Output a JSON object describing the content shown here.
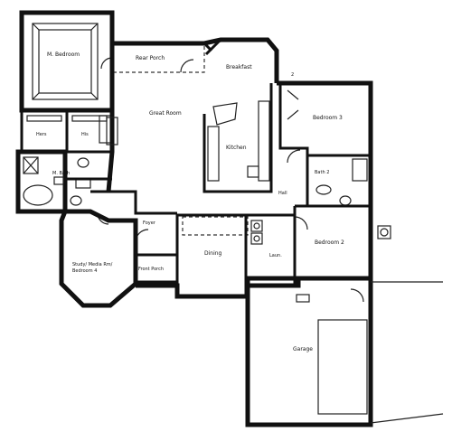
{
  "rooms": {
    "master_bedroom": "M. Bedroom",
    "rear_porch": "Rear Porch",
    "breakfast": "Breakfast",
    "great_room": "Great Room",
    "bedroom3": "Bedroom 3",
    "kitchen": "Kitchen",
    "his": "His",
    "hers": "Hers",
    "master_bath": "M. Bath",
    "bath2": "Bath 2",
    "hall": "Hall",
    "foyer": "Foyer",
    "dining": "Dining",
    "bedroom2": "Bedroom 2",
    "laundry": "Laun.",
    "study_line1": "Study/ Media Rm/",
    "study_line2": "Bedroom 4",
    "front_porch": "Front Porch",
    "garage": "Garage"
  },
  "colors": {
    "ink": "#111111",
    "paper": "#ffffff"
  }
}
